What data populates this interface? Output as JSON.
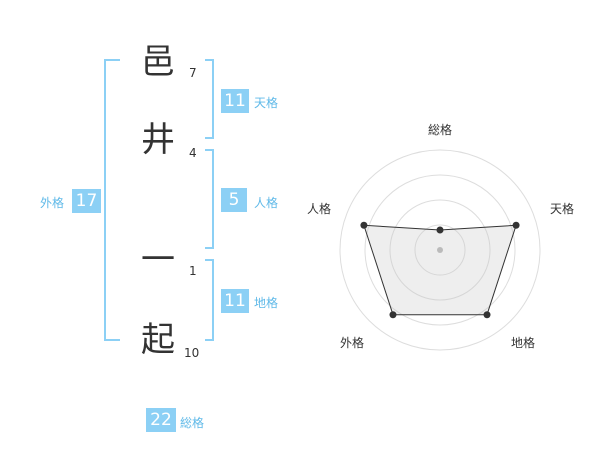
{
  "colors": {
    "accent": "#8cd0f5",
    "label": "#5fb9e8",
    "text": "#333333"
  },
  "characters": [
    {
      "char": "邑",
      "strokes": "7"
    },
    {
      "char": "井",
      "strokes": "4"
    },
    {
      "char": "一",
      "strokes": "1"
    },
    {
      "char": "起",
      "strokes": "10"
    }
  ],
  "fortunes": {
    "ten": {
      "value": "11",
      "label": "天格"
    },
    "jin": {
      "value": "5",
      "label": "人格"
    },
    "chi": {
      "value": "11",
      "label": "地格"
    },
    "gai": {
      "value": "17",
      "label": "外格"
    },
    "sou": {
      "value": "22",
      "label": "総格"
    }
  },
  "radar": {
    "axes": [
      "総格",
      "天格",
      "地格",
      "外格",
      "人格"
    ],
    "levels": 4,
    "values": [
      1,
      4,
      4,
      4,
      4
    ],
    "max": 5
  }
}
